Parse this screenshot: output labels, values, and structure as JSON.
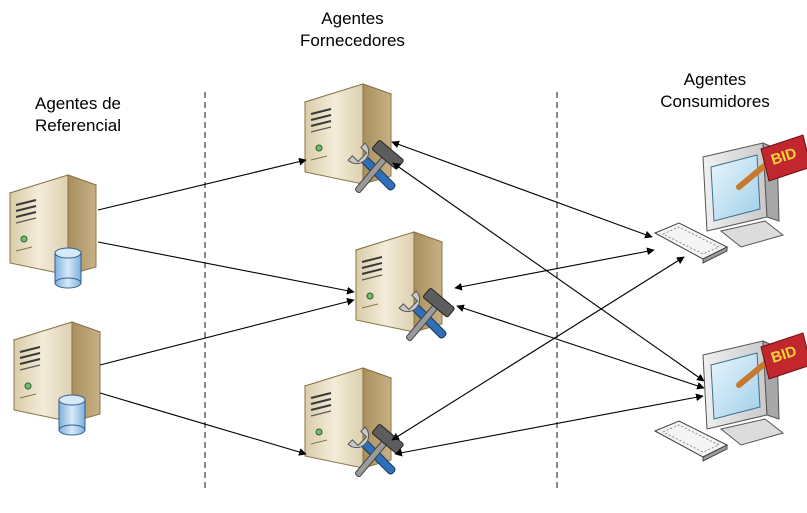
{
  "labels": {
    "referencial_line1": "Agentes de",
    "referencial_line2": "Referencial",
    "fornecedores_line1": "Agentes",
    "fornecedores_line2": "Fornecedores",
    "consumidores_line1": "Agentes",
    "consumidores_line2": "Consumidores"
  },
  "bid_text": "BID",
  "nodes": {
    "referencial": [
      "db-server-1",
      "db-server-2"
    ],
    "fornecedores": [
      "tool-server-1",
      "tool-server-2",
      "tool-server-3"
    ],
    "consumidores": [
      "bid-computer-1",
      "bid-computer-2"
    ]
  },
  "edges": [
    {
      "from": "db-server-1",
      "to": "tool-server-1"
    },
    {
      "from": "db-server-1",
      "to": "tool-server-2"
    },
    {
      "from": "db-server-2",
      "to": "tool-server-2"
    },
    {
      "from": "db-server-2",
      "to": "tool-server-3"
    },
    {
      "from": "tool-server-1",
      "to": "bid-computer-1"
    },
    {
      "from": "tool-server-1",
      "to": "bid-computer-2"
    },
    {
      "from": "tool-server-2",
      "to": "bid-computer-1"
    },
    {
      "from": "tool-server-2",
      "to": "bid-computer-2"
    },
    {
      "from": "tool-server-3",
      "to": "bid-computer-1"
    },
    {
      "from": "tool-server-3",
      "to": "bid-computer-2"
    }
  ],
  "colors": {
    "server_front": "#e9dfc7",
    "server_side": "#b59d6c",
    "server_top": "#f6f0e2",
    "db_cylinder": "#a9cbe8",
    "bid_sign": "#c1272d",
    "bid_text": "#f5d23b",
    "monitor_screen": "#bfe3f5"
  }
}
